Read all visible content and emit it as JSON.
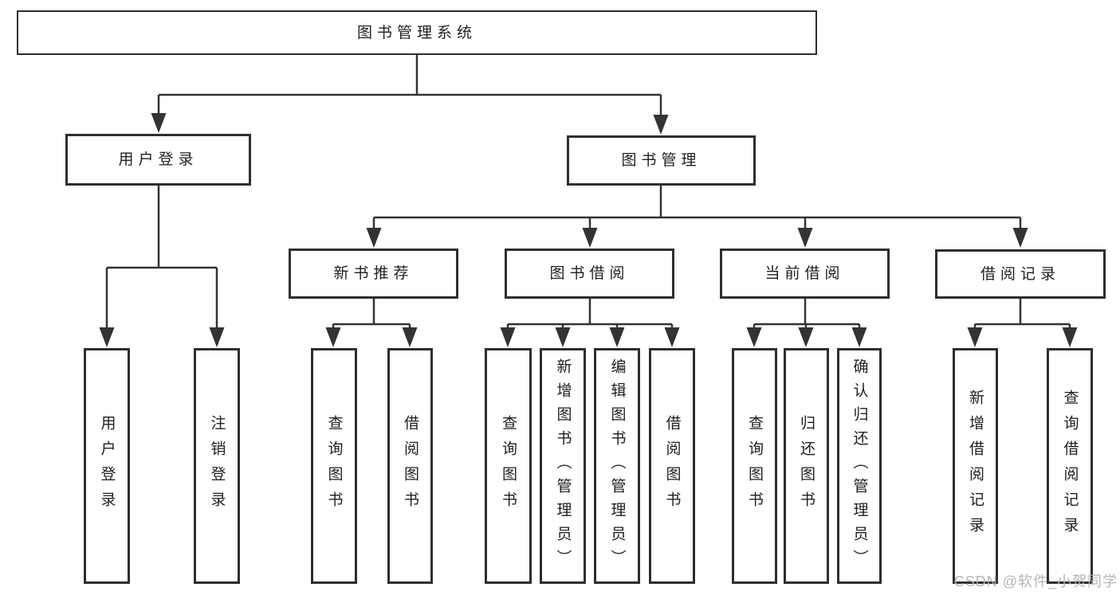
{
  "tree": {
    "label": "图书管理系统",
    "children": [
      {
        "label": "用户登录",
        "children": [
          {
            "label": "用户登录"
          },
          {
            "label": "注销登录"
          }
        ]
      },
      {
        "label": "图书管理",
        "children": [
          {
            "label": "新书推荐",
            "children": [
              {
                "label": "查询图书"
              },
              {
                "label": "借阅图书"
              }
            ]
          },
          {
            "label": "图书借阅",
            "children": [
              {
                "label": "查询图书"
              },
              {
                "label": "新增图书（管理员）"
              },
              {
                "label": "编辑图书（管理员）"
              },
              {
                "label": "借阅图书"
              }
            ]
          },
          {
            "label": "当前借阅",
            "children": [
              {
                "label": "查询图书"
              },
              {
                "label": "归还图书"
              },
              {
                "label": "确认归还（管理员）"
              }
            ]
          },
          {
            "label": "借阅记录",
            "children": [
              {
                "label": "新增借阅记录"
              },
              {
                "label": "查询借阅记录"
              }
            ]
          }
        ]
      }
    ]
  },
  "watermark": "CSDN @软件_小贺同学",
  "colors": {
    "background": "#ffffff",
    "box_border": "#2e2e2e",
    "connector": "#333333",
    "text": "#1f1f1f",
    "watermark": "#b2b2b2"
  }
}
